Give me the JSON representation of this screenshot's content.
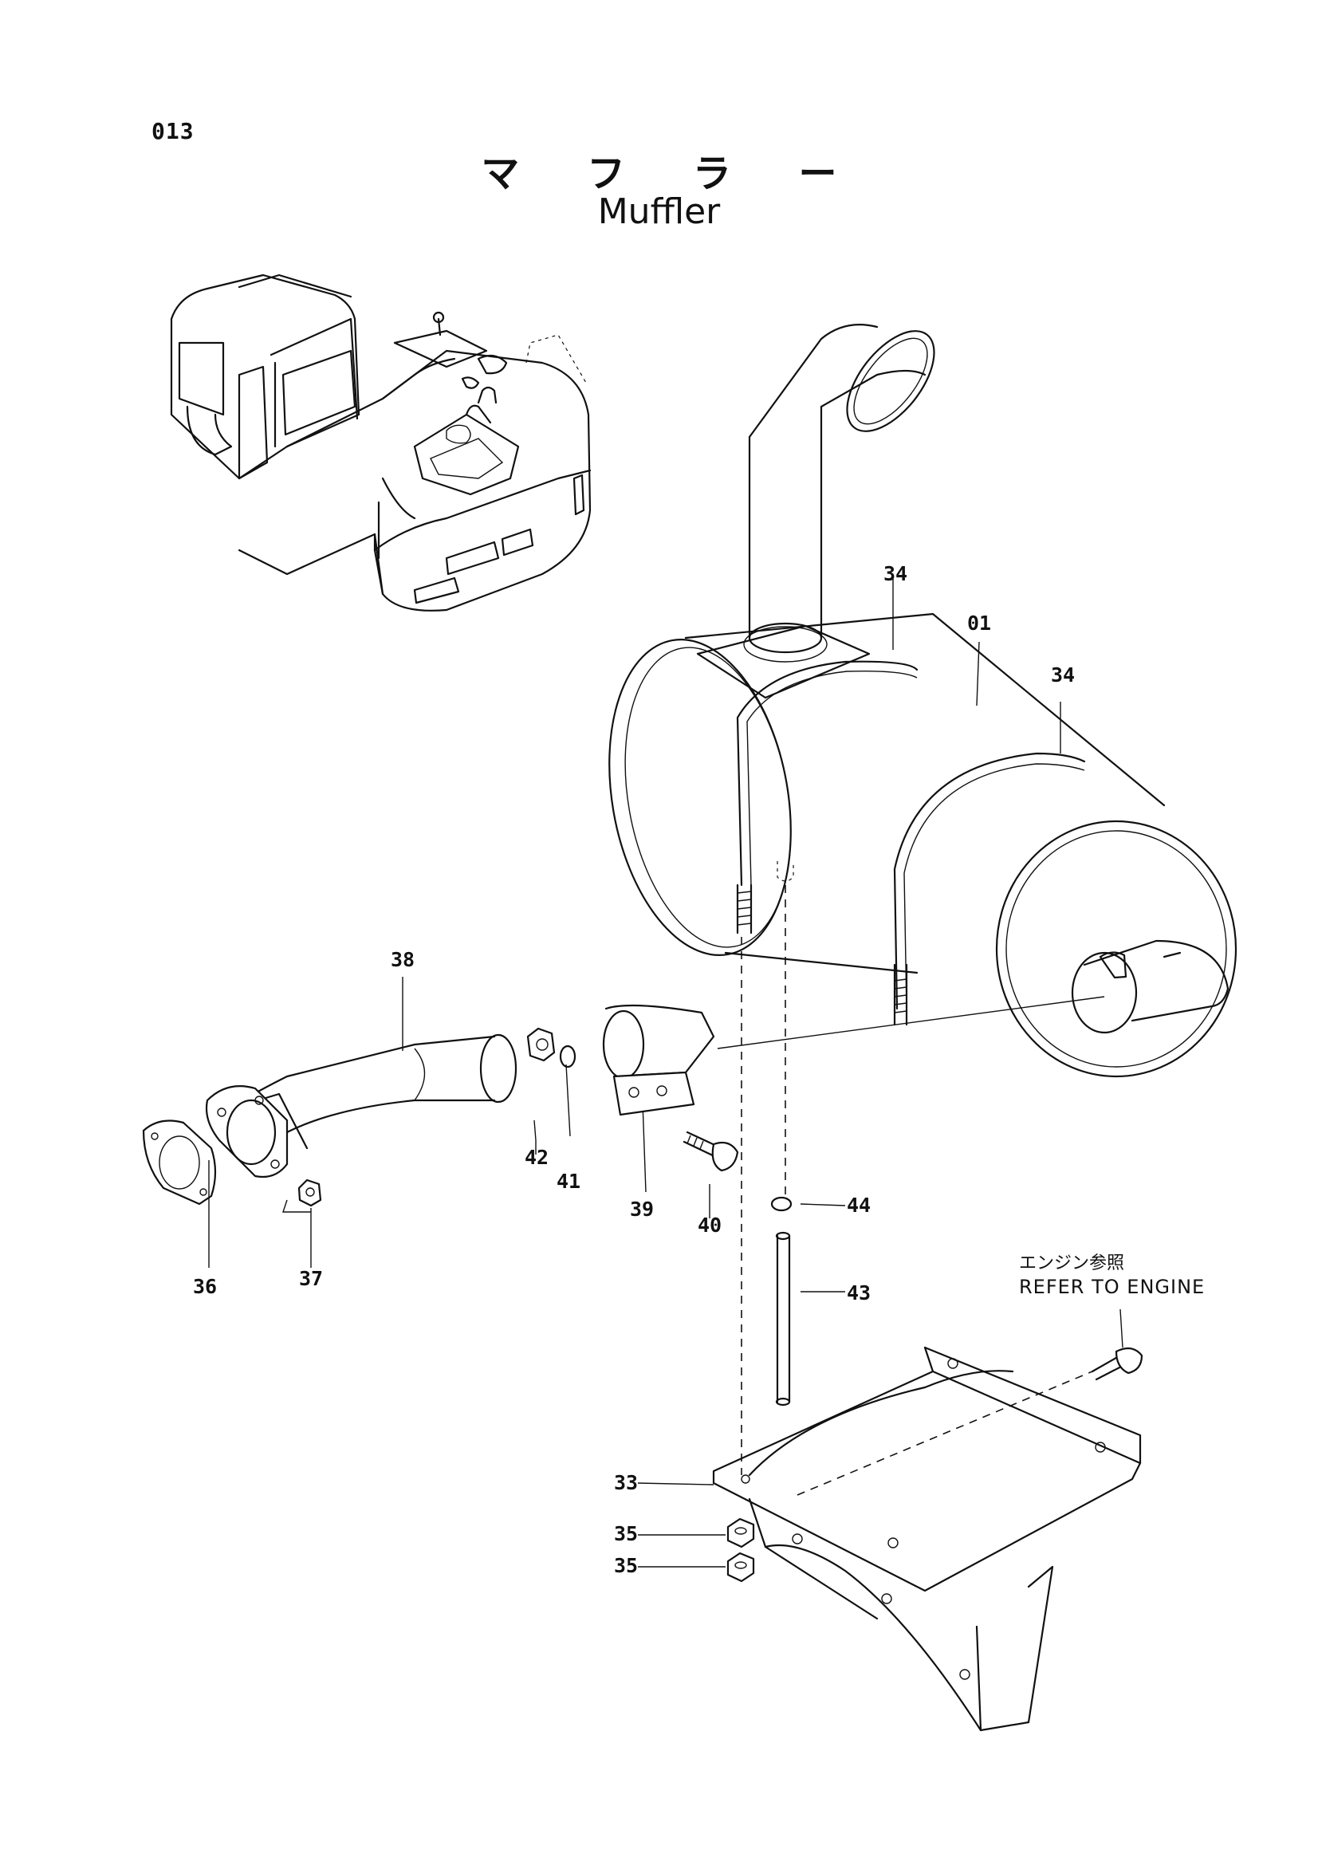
{
  "page_number": "013",
  "title_jp": "マ フ ラ ー",
  "title_en": "Muffler",
  "reference_note": {
    "jp": "エンジン参照",
    "en": "REFER TO ENGINE"
  },
  "part_labels": {
    "p01": "01",
    "p33": "33",
    "p34a": "34",
    "p34b": "34",
    "p35a": "35",
    "p35b": "35",
    "p36": "36",
    "p37": "37",
    "p38": "38",
    "p39": "39",
    "p40": "40",
    "p41": "41",
    "p42": "42",
    "p43": "43",
    "p44": "44"
  }
}
